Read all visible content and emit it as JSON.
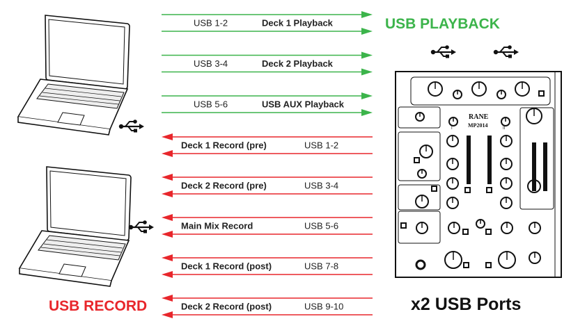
{
  "colors": {
    "playback": "#3cb44b",
    "record": "#e8262b",
    "line": "#222222"
  },
  "headings": {
    "playback": "USB PLAYBACK",
    "record": "USB RECORD",
    "ports": "x2 USB Ports"
  },
  "playback_channels": [
    {
      "usb": "USB 1-2",
      "name": "Deck 1 Playback"
    },
    {
      "usb": "USB 3-4",
      "name": "Deck 2 Playback"
    },
    {
      "usb": "USB 5-6",
      "name": "USB AUX Playback"
    }
  ],
  "record_channels": [
    {
      "name": "Deck 1 Record (pre)",
      "usb": "USB 1-2"
    },
    {
      "name": "Deck 2 Record (pre)",
      "usb": "USB 3-4"
    },
    {
      "name": "Main Mix Record",
      "usb": "USB 5-6"
    },
    {
      "name": "Deck 1 Record (post)",
      "usb": "USB 7-8"
    },
    {
      "name": "Deck 2 Record (post)",
      "usb": "USB 9-10"
    }
  ],
  "mixer": {
    "brand": "RANE",
    "model": "MP2014",
    "deck1": "I",
    "deck2": "II"
  },
  "icons": [
    "laptop-icon",
    "usb-icon"
  ]
}
